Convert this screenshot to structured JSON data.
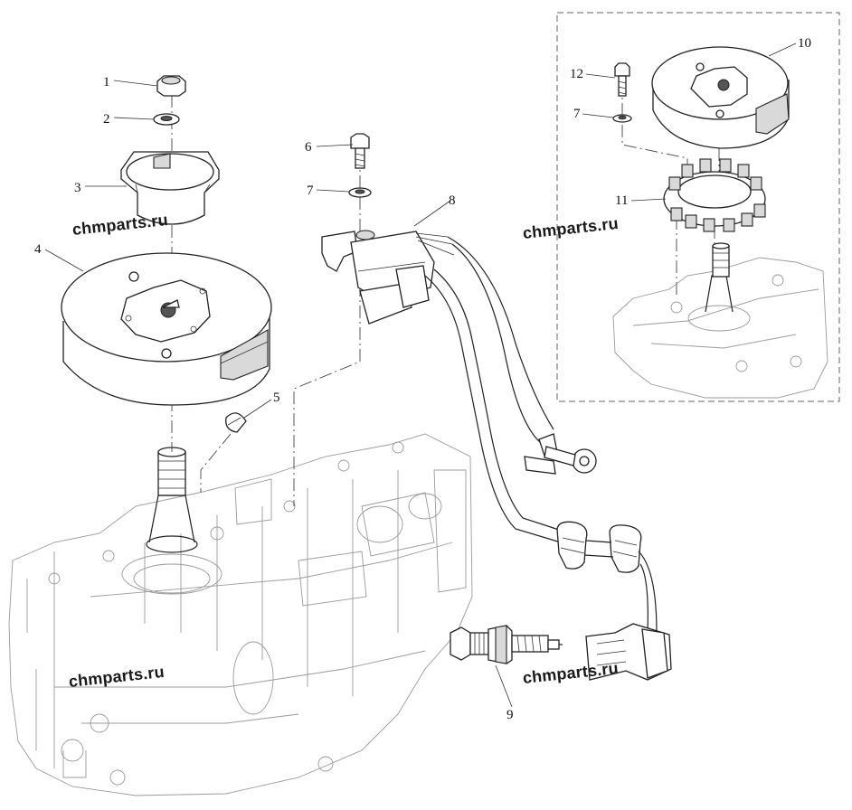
{
  "diagram": {
    "callouts": [
      {
        "id": "c1",
        "label": "1"
      },
      {
        "id": "c2",
        "label": "2"
      },
      {
        "id": "c3",
        "label": "3"
      },
      {
        "id": "c4",
        "label": "4"
      },
      {
        "id": "c5",
        "label": "5"
      },
      {
        "id": "c6",
        "label": "6"
      },
      {
        "id": "c7a",
        "label": "7"
      },
      {
        "id": "c8",
        "label": "8"
      },
      {
        "id": "c9",
        "label": "9"
      },
      {
        "id": "c10",
        "label": "10"
      },
      {
        "id": "c7b",
        "label": "7"
      },
      {
        "id": "c11",
        "label": "11"
      },
      {
        "id": "c12",
        "label": "12"
      }
    ],
    "watermarks": [
      "chmparts.ru",
      "chmparts.ru",
      "chmparts.ru",
      "chmparts.ru"
    ]
  }
}
